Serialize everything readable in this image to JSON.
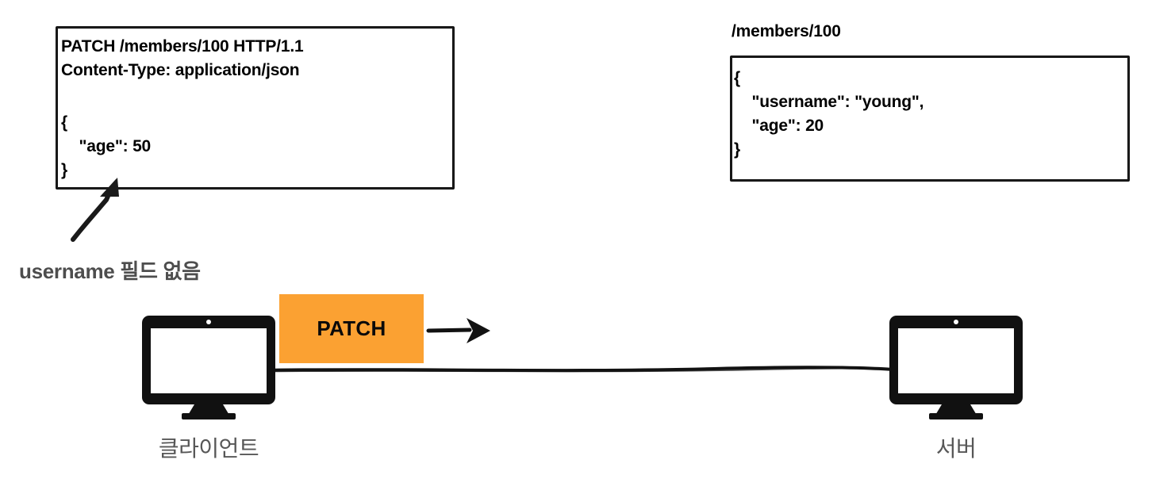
{
  "diagram": {
    "title": "HTTP PATCH partial update diagram",
    "accent_color": "#FBA132",
    "ink_color": "#111111",
    "label_gray": "#575757",
    "annotation_gray": "#4d4d4d"
  },
  "request": {
    "box_name": "http-request-box",
    "head": "PATCH /members/100 HTTP/1.1\nContent-Type: application/json",
    "body": "{\n    \"age\": 50\n}"
  },
  "response": {
    "url": "/members/100",
    "box_name": "resource-state-box",
    "body": "{\n    \"username\": \"young\",\n    \"age\": 20\n}"
  },
  "annotation": {
    "text": "username 필드 없음",
    "arrow_icon": "callout-arrow-icon"
  },
  "flow": {
    "method_badge": "PATCH",
    "arrow_icon": "right-arrow-icon",
    "wire_icon": "connection-line"
  },
  "nodes": [
    {
      "id": "client",
      "label": "클라이언트",
      "icon": "monitor-icon"
    },
    {
      "id": "server",
      "label": "서버",
      "icon": "monitor-icon"
    }
  ]
}
